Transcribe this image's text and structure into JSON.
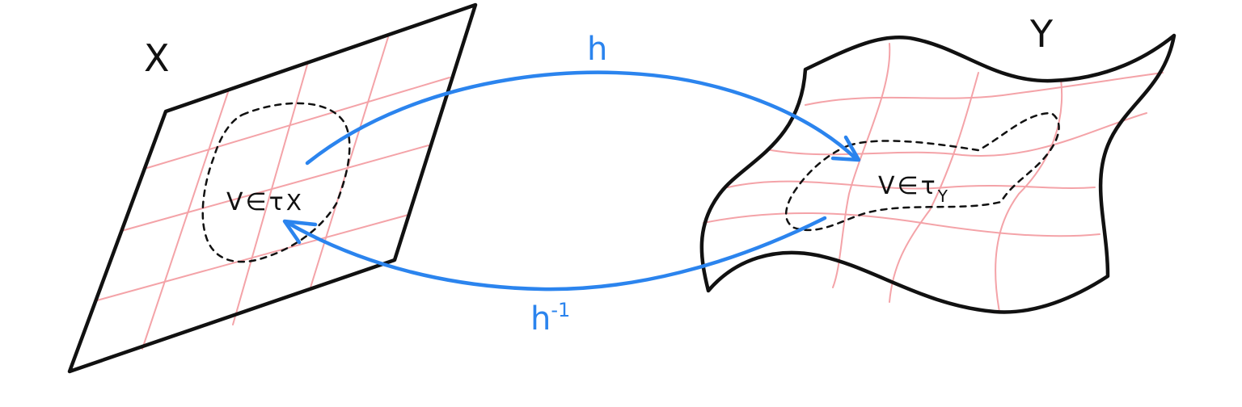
{
  "spaces": {
    "x": {
      "label": "X",
      "set_label_main": "V∈τ",
      "set_label_sub": "X"
    },
    "y": {
      "label": "Y",
      "set_label_main": "V∈τ",
      "set_label_sub": "Y"
    }
  },
  "maps": {
    "forward": {
      "label": "h"
    },
    "inverse": {
      "label_base": "h",
      "label_sup": "-1"
    }
  },
  "colors": {
    "outline": "#111111",
    "grid": "#f4a3a8",
    "arrow": "#2b84ee",
    "dashed": "#111111"
  }
}
